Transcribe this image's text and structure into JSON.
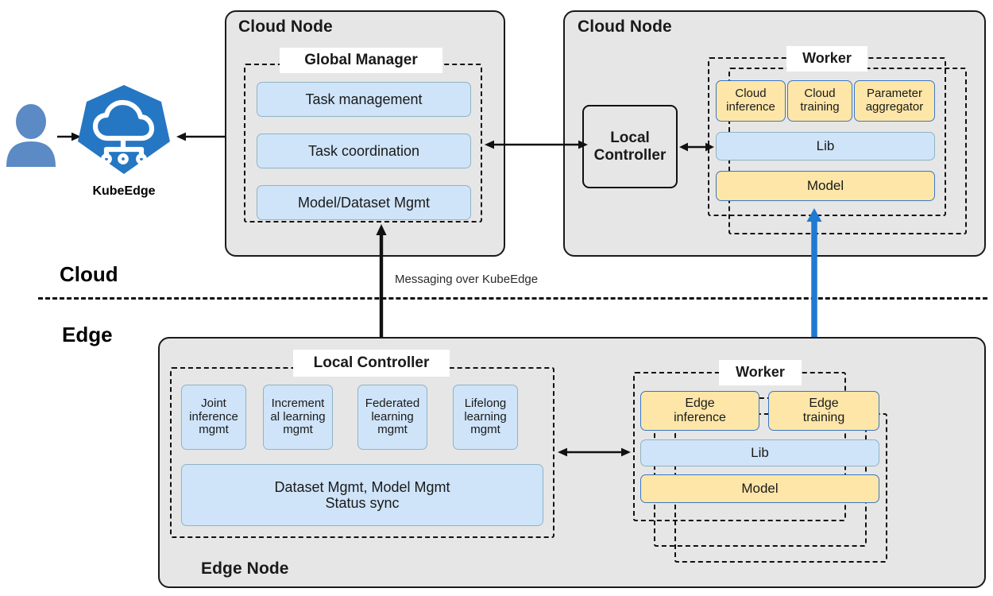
{
  "diagram": {
    "regions": {
      "cloud_label": "Cloud",
      "edge_label": "Edge"
    },
    "messaging_label": "Messaging over KubeEdge",
    "kubeedge": {
      "caption": "KubeEdge",
      "user_icon": "user-icon",
      "logo_icon": "kubeedge-cloud-logo-icon"
    },
    "cloud_node_left": {
      "title": "Cloud Node",
      "group": {
        "label": "Global Manager"
      },
      "items": [
        {
          "label": "Task management"
        },
        {
          "label": "Task coordination"
        },
        {
          "label": "Model/Dataset Mgmt"
        }
      ]
    },
    "cloud_node_right": {
      "title": "Cloud Node",
      "local_controller": {
        "label": "Local\nController",
        "line1": "Local",
        "line2": "Controller"
      },
      "group": {
        "label": "Worker"
      },
      "top_items": [
        {
          "label": "Cloud\ninference",
          "line1": "Cloud",
          "line2": "inference"
        },
        {
          "label": "Cloud\ntraining",
          "line1": "Cloud",
          "line2": "training"
        },
        {
          "label": "Parameter\naggregator",
          "line1": "Parameter",
          "line2": "aggregator"
        }
      ],
      "lib": {
        "label": "Lib"
      },
      "model": {
        "label": "Model"
      }
    },
    "edge_node": {
      "title": "Edge Node",
      "controller_group": {
        "label": "Local Controller"
      },
      "mgmt_items": [
        {
          "line1": "Joint",
          "line2": "inference",
          "line3": "mgmt"
        },
        {
          "line1": "Increment",
          "line2": "al learning",
          "line3": "mgmt"
        },
        {
          "line1": "Federated",
          "line2": "learning",
          "line3": "mgmt"
        },
        {
          "line1": "Lifelong",
          "line2": "learning",
          "line3": "mgmt"
        }
      ],
      "sync_box": {
        "line1": "Dataset Mgmt, Model Mgmt",
        "line2": "Status sync"
      },
      "worker_group": {
        "label": "Worker"
      },
      "top_items": [
        {
          "line1": "Edge",
          "line2": "inference"
        },
        {
          "line1": "Edge",
          "line2": "training"
        }
      ],
      "lib": {
        "label": "Lib"
      },
      "model": {
        "label": "Model"
      }
    },
    "colors": {
      "node_fill": "#e6e6e6",
      "pill_blue_fill": "#cfe4f9",
      "pill_blue_border": "#8fb4c4",
      "pill_yellow_fill": "#fde6a8",
      "pill_yellow_border": "#3a77c4",
      "kubeedge_blue": "#2577c4",
      "user_blue": "#5b8ac4",
      "arrow_black": "#111111",
      "arrow_blue": "#1f7ad1"
    }
  }
}
